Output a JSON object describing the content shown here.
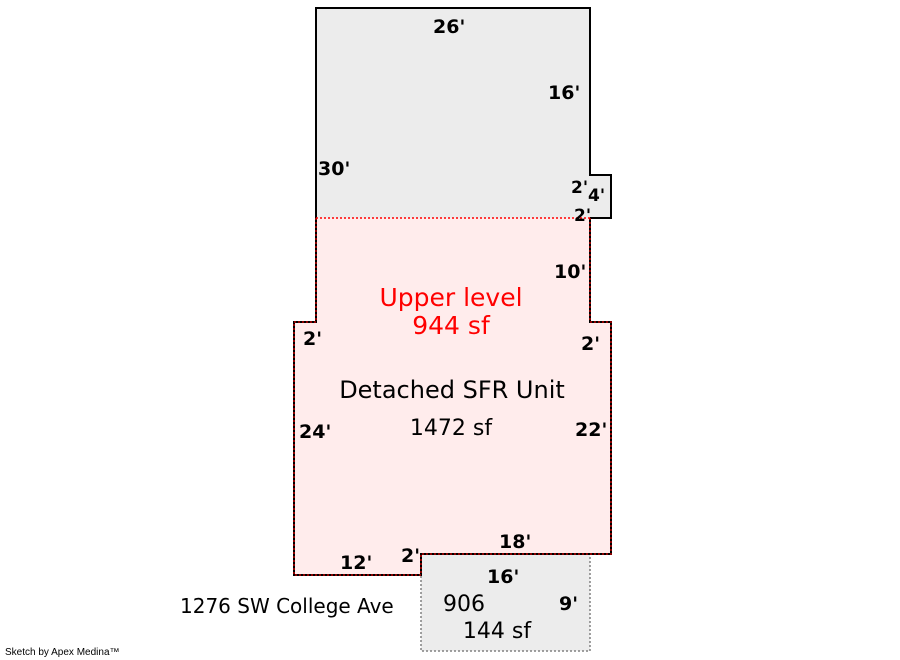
{
  "upper_level": {
    "name": "Upper level",
    "area": "944 sf"
  },
  "main_unit": {
    "name": "Detached SFR Unit",
    "area": "1472 sf"
  },
  "porch": {
    "number": "906",
    "area": "144 sf"
  },
  "address": "1276 SW College Ave",
  "credit": "Sketch by Apex Medina™",
  "dimensions": {
    "top": "26'",
    "right_upper": "16'",
    "left_upper": "30'",
    "bump_top": "2'",
    "bump_side": "4'",
    "bump_bottom": "2'",
    "right_mid": "10'",
    "left_step": "2'",
    "right_step": "2'",
    "left_lower": "24'",
    "right_lower": "22'",
    "bottom_left": "12'",
    "bottom_notch": "2'",
    "bottom_right": "18'",
    "porch_top": "16'",
    "porch_side": "9'"
  },
  "colors": {
    "upper_fill": "#ececec",
    "main_fill": "#ffecec",
    "main_outline": "#8b0000",
    "porch_fill": "#ececec",
    "porch_outline": "#808080",
    "label_red": "#ff0000"
  }
}
